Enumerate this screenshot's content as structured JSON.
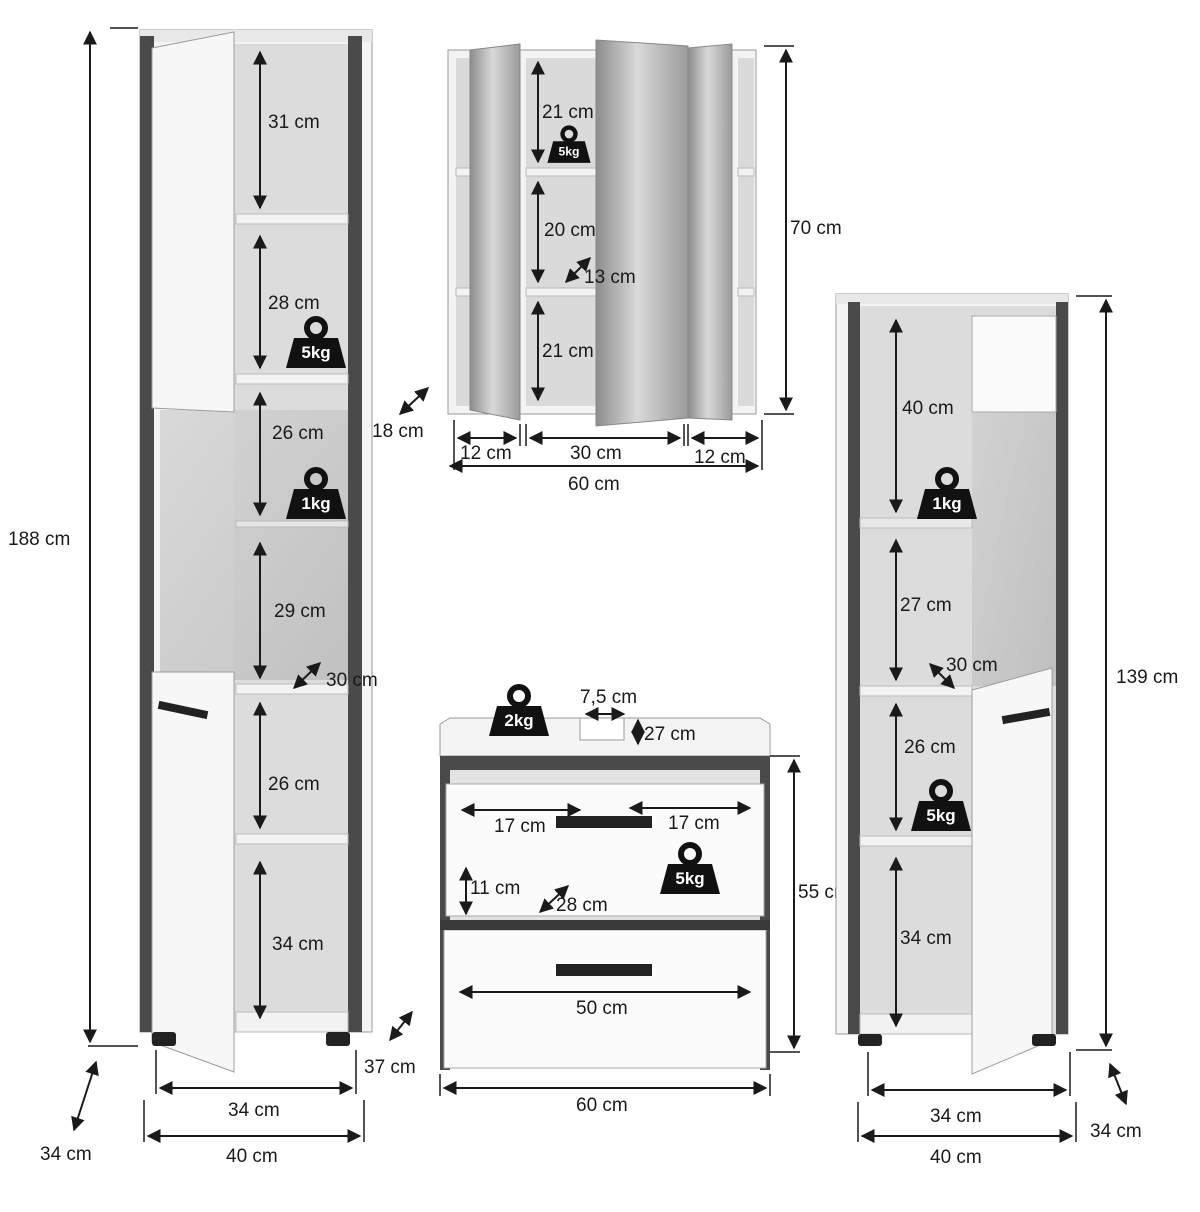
{
  "tall_cabinet": {
    "shelf_heights": [
      "31 cm",
      "28 cm",
      "26 cm",
      "29 cm",
      "26 cm",
      "34 cm"
    ],
    "depth_inner": "30 cm",
    "height": "188 cm",
    "depth": "34 cm",
    "width_inner": "34 cm",
    "width": "40 cm",
    "depth_bottom": "37 cm",
    "weights": [
      "5kg",
      "1kg"
    ]
  },
  "mirror_cabinet": {
    "shelf_heights": [
      "21 cm",
      "20 cm",
      "21 cm"
    ],
    "depth_inner": "13 cm",
    "height": "70 cm",
    "depth": "18 cm",
    "section_widths": [
      "12 cm",
      "30 cm",
      "12 cm"
    ],
    "width": "60 cm",
    "weight": "5kg"
  },
  "vanity": {
    "weight_top": "2kg",
    "drain_width": "7,5 cm",
    "drain_depth": "27 cm",
    "drawer_left": "17 cm",
    "drawer_right": "17 cm",
    "drawer_height": "11 cm",
    "drawer_depth": "28 cm",
    "drawer_weight": "5kg",
    "height": "55 cm",
    "bottom_drawer_width": "50 cm",
    "width": "60 cm"
  },
  "mid_cabinet": {
    "shelf_heights": [
      "40 cm",
      "27 cm",
      "26 cm",
      "34 cm"
    ],
    "depth_inner": "30 cm",
    "height": "139 cm",
    "width_inner": "34 cm",
    "width": "40 cm",
    "depth": "34 cm",
    "weights": [
      "1kg",
      "5kg"
    ]
  }
}
